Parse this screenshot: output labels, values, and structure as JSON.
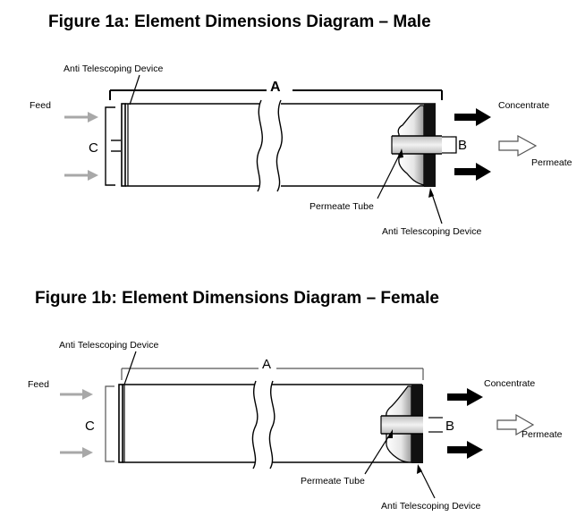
{
  "figure_a": {
    "title": "Figure 1a: Element Dimensions Diagram – Male",
    "labels": {
      "atd_top": "Anti Telescoping Device",
      "feed": "Feed",
      "dim_a": "A",
      "dim_b": "B",
      "dim_c": "C",
      "concentrate": "Concentrate",
      "permeate": "Permeate",
      "permeate_tube": "Permeate Tube",
      "atd_bottom": "Anti Telescoping Device"
    }
  },
  "figure_b": {
    "title": "Figure 1b: Element Dimensions Diagram – Female",
    "labels": {
      "atd_top": "Anti Telescoping Device",
      "feed": "Feed",
      "dim_a": "A",
      "dim_b": "B",
      "dim_c": "C",
      "concentrate": "Concentrate",
      "permeate": "Permeate",
      "permeate_tube": "Permeate Tube",
      "atd_bottom": "Anti Telescoping Device"
    }
  }
}
